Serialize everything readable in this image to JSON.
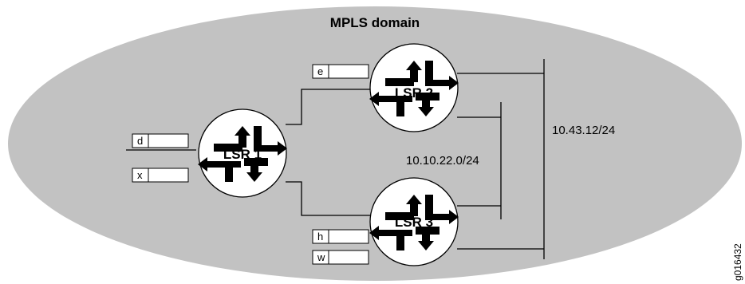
{
  "title": "MPLS domain",
  "routers": [
    "LSR 1",
    "LSR 2",
    "LSR 3"
  ],
  "networks": [
    "10.10.22.0/24",
    "10.43.12/24"
  ],
  "labels": [
    "d",
    "x",
    "e",
    "h",
    "w"
  ],
  "figure_id": "g016432",
  "colors": {
    "domain_fill": "#c2c2c2",
    "router_fill": "#ffffff",
    "stroke": "#000000"
  }
}
